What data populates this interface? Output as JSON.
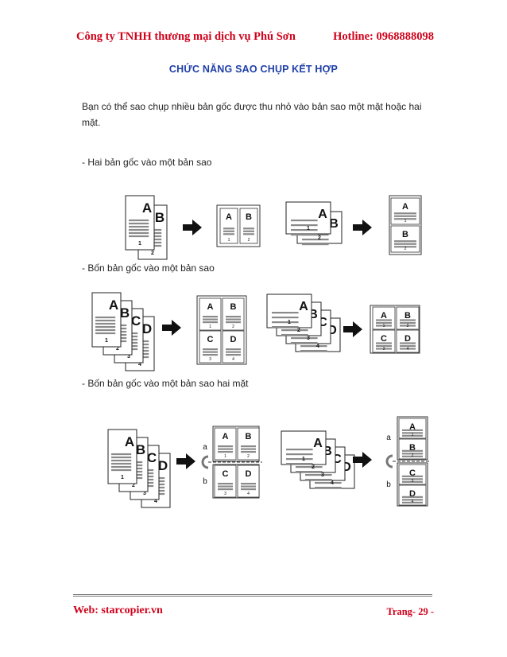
{
  "header": {
    "company": "Công ty TNHH thương mại dịch vụ Phú Sơn",
    "hotline": "Hotline: 0968888098"
  },
  "title": "CHỨC NĂNG SAO CHỤP KẾT HỢP",
  "intro": "Bạn có thể sao chụp nhiều bản gốc được thu nhỏ vào bản sao một mặt hoặc hai mặt.",
  "sections": [
    {
      "label": "- Hai bản gốc vào một bản sao"
    },
    {
      "label": "- Bốn bản gốc vào một bản sao"
    },
    {
      "label": "- Bốn bản gốc vào một bản sao hai mặt"
    }
  ],
  "diagram_letters": [
    "A",
    "B",
    "C",
    "D"
  ],
  "diagram_numbers": [
    "1",
    "2",
    "3",
    "4"
  ],
  "side_labels": [
    "a",
    "b"
  ],
  "footer": {
    "web": "Web: starcopier.vn",
    "page": "Trang- 29 -"
  }
}
